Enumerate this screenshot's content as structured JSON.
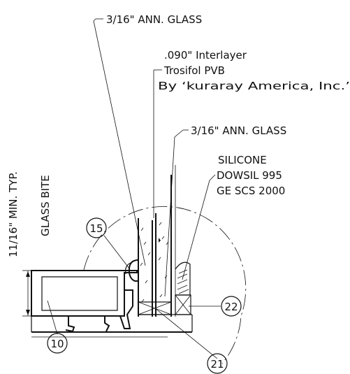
{
  "labels": {
    "glass_top": "3/16\" ANN. GLASS",
    "interlayer_1": ".090\" Interlayer",
    "interlayer_2": "Trosifol PVB",
    "interlayer_3": "By ‘kuraray America, Inc.’",
    "glass_mid": "3/16\" ANN. GLASS",
    "silicone_1": "SILICONE",
    "silicone_2": "DOWSIL 995",
    "silicone_3": "GE SCS 2000",
    "dim_bite": "11/16\" MIN. TYP.",
    "glass_bite": "GLASS BITE"
  },
  "tags": {
    "t15": "15",
    "t10": "10",
    "t21": "21",
    "t22": "22"
  }
}
